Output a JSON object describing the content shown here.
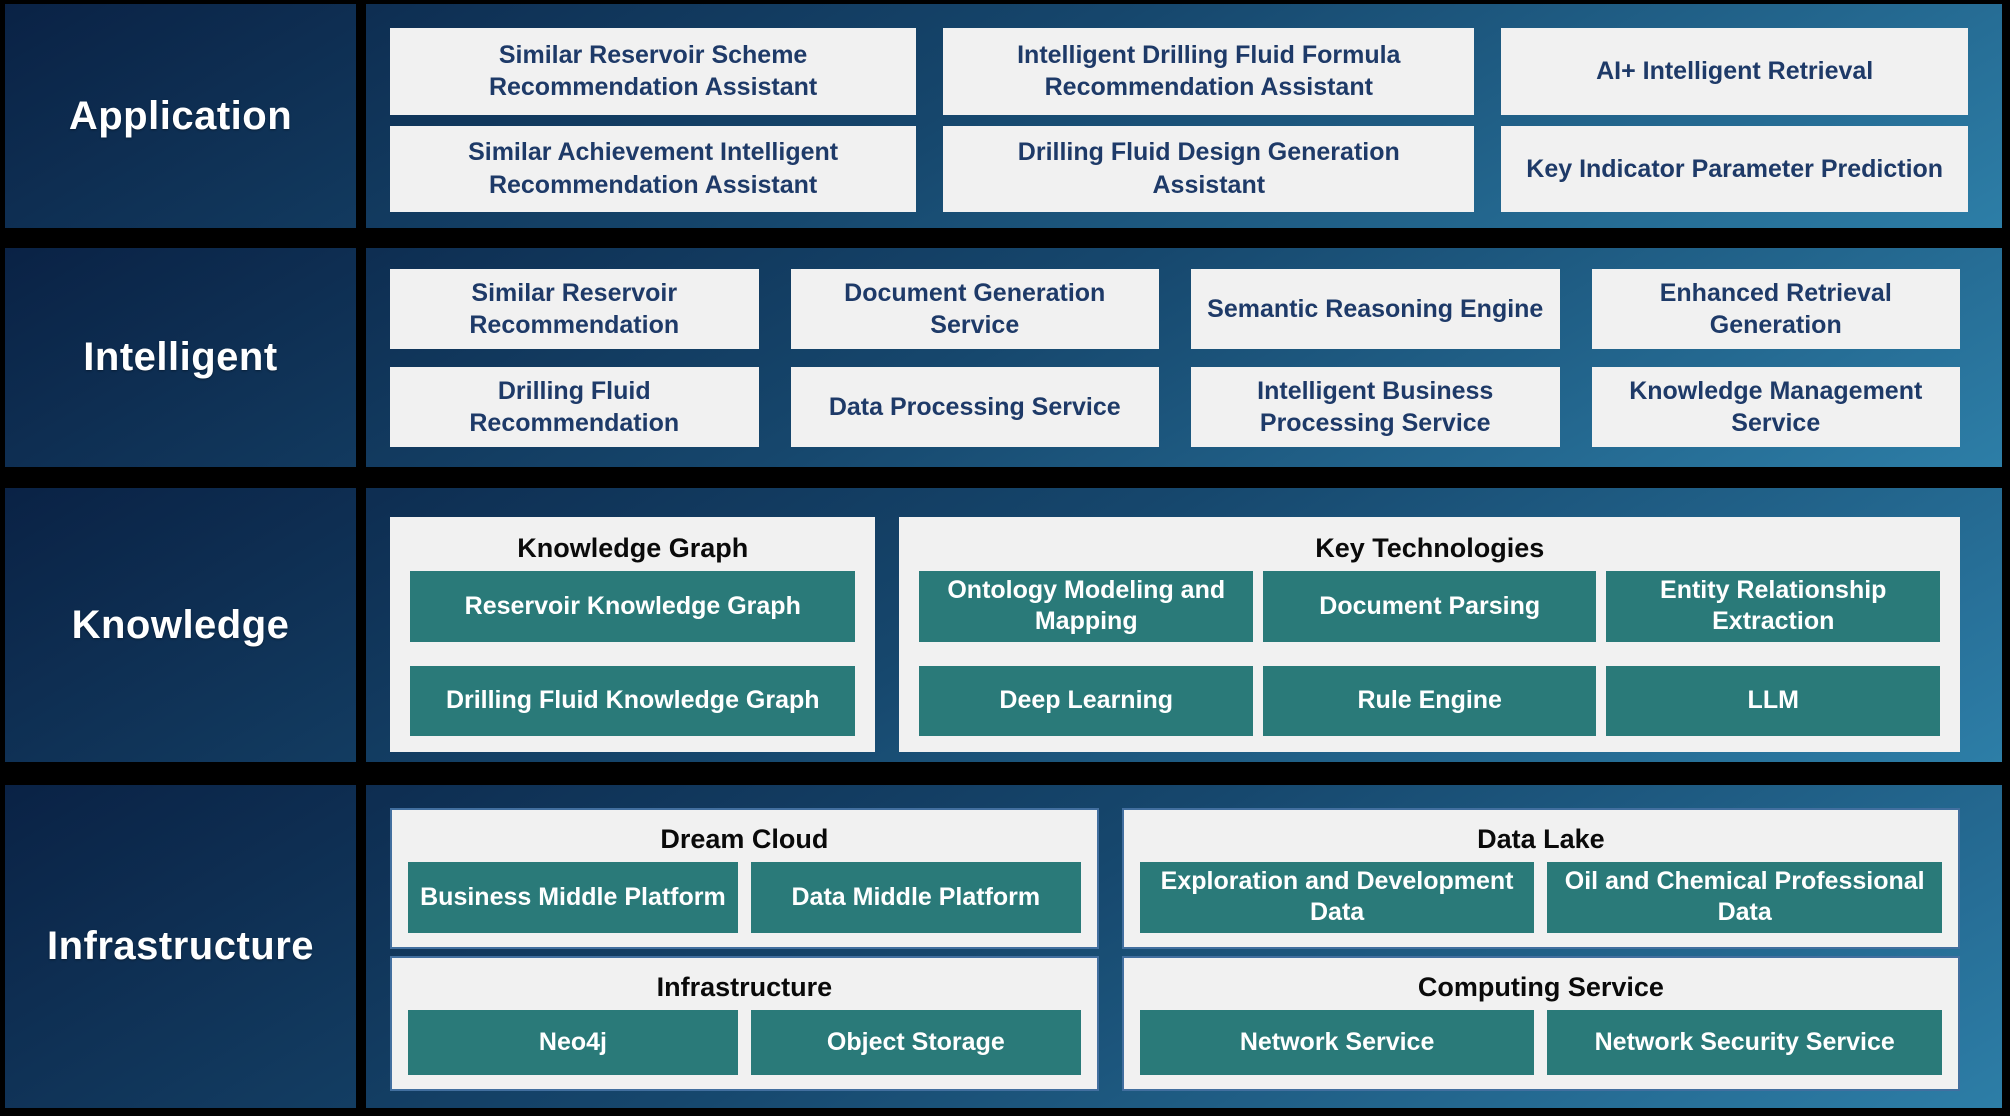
{
  "colors": {
    "band_gradient_top": "#0a2245",
    "band_gradient_bottom": "#2d7ea7",
    "separator": "#000000",
    "white_box_bg": "#f1f1f1",
    "white_box_text": "#1e3a68",
    "teal_chip_bg": "#2a7a79",
    "teal_chip_text": "#ffffff",
    "panel_header_text": "#0a0a0a",
    "band_label_text": "#ffffff",
    "infra_panel_border": "#426f9f"
  },
  "bands": [
    {
      "label": "Application",
      "boxes": [
        "Similar Reservoir Scheme Recommendation Assistant",
        "Intelligent Drilling Fluid Formula Recommendation Assistant",
        "AI+ Intelligent Retrieval",
        "Similar Achievement Intelligent Recommendation Assistant",
        "Drilling Fluid Design Generation Assistant",
        "Key Indicator Parameter Prediction"
      ]
    },
    {
      "label": "Intelligent",
      "boxes": [
        "Similar Reservoir Recommendation",
        "Document Generation Service",
        "Semantic Reasoning Engine",
        "Enhanced Retrieval Generation",
        "Drilling Fluid Recommendation",
        "Data Processing Service",
        "Intelligent Business Processing Service",
        "Knowledge Management Service"
      ]
    },
    {
      "label": "Knowledge",
      "panels": [
        {
          "title": "Knowledge Graph",
          "items": [
            "Reservoir Knowledge Graph",
            "Drilling Fluid Knowledge Graph"
          ]
        },
        {
          "title": "Key Technologies",
          "items": [
            "Ontology Modeling and Mapping",
            "Document Parsing",
            "Entity Relationship Extraction",
            "Deep Learning",
            "Rule Engine",
            "LLM"
          ]
        }
      ]
    },
    {
      "label": "Infrastructure",
      "panels": [
        {
          "title": "Dream Cloud",
          "items": [
            "Business Middle Platform",
            "Data Middle Platform"
          ]
        },
        {
          "title": "Data Lake",
          "items": [
            "Exploration and Development Data",
            "Oil and Chemical Professional Data"
          ]
        },
        {
          "title": "Infrastructure",
          "items": [
            "Neo4j",
            "Object Storage"
          ]
        },
        {
          "title": "Computing Service",
          "items": [
            "Network Service",
            "Network Security Service"
          ]
        }
      ]
    }
  ]
}
